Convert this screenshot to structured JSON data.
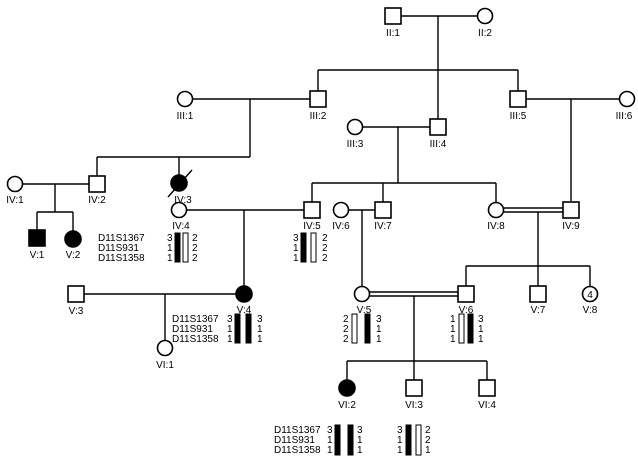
{
  "labels": {
    "II1": "II:1",
    "II2": "II:2",
    "III1": "III:1",
    "III2": "III:2",
    "III3": "III:3",
    "III4": "III:4",
    "III5": "III:5",
    "III6": "III:6",
    "IV1": "IV:1",
    "IV2": "IV:2",
    "IV3": "IV:3",
    "IV4": "IV:4",
    "IV5": "IV:5",
    "IV6": "IV:6",
    "IV7": "IV:7",
    "IV8": "IV:8",
    "IV9": "IV:9",
    "V1": "V:1",
    "V2": "V:2",
    "V3": "V:3",
    "V4": "V:4",
    "V5": "V:5",
    "V6": "V:6",
    "V7": "V:7",
    "V8": "V:8",
    "VI1": "VI:1",
    "VI2": "VI:2",
    "VI3": "VI:3",
    "VI4": "VI:4"
  },
  "multiples": {
    "V8": "4"
  },
  "markers": [
    "D11S1367",
    "D11S931",
    "D11S1358"
  ],
  "haplotypes": {
    "IV4": {
      "left": [
        "3",
        "1",
        "1"
      ],
      "right": [
        "2",
        "2",
        "2"
      ]
    },
    "IV5": {
      "left": [
        "3",
        "1",
        "1"
      ],
      "right": [
        "2",
        "2",
        "2"
      ]
    },
    "V4": {
      "left": [
        "3",
        "1",
        "1"
      ],
      "right": [
        "3",
        "1",
        "1"
      ]
    },
    "V5": {
      "left": [
        "2",
        "2",
        "2"
      ],
      "right": [
        "3",
        "1",
        "1"
      ]
    },
    "V6": {
      "left": [
        "1",
        "1",
        "1"
      ],
      "right": [
        "3",
        "1",
        "1"
      ]
    },
    "VI2": {
      "left": [
        "3",
        "1",
        "1"
      ],
      "right": [
        "3",
        "1",
        "1"
      ]
    },
    "VI3": {
      "left": [
        "3",
        "1",
        "1"
      ],
      "right": [
        "2",
        "2",
        "1"
      ]
    }
  },
  "colors": {
    "affected": "#000000",
    "unaffected": "#ffffff",
    "line": "#000000"
  }
}
